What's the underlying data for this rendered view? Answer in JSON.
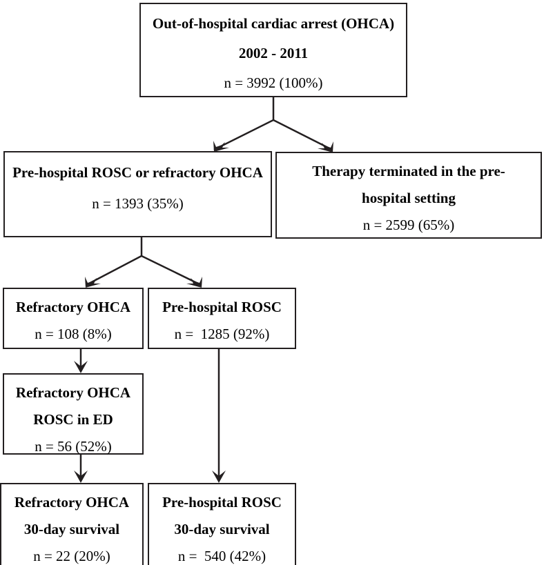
{
  "diagram": {
    "type": "flowchart",
    "title": "OHCA patient flow",
    "stroke_color": "#231f20",
    "background_color": "#ffffff",
    "nodes": [
      {
        "id": "ohca",
        "lines": [
          {
            "text": "Out-of-hospital cardiac arrest (OHCA)",
            "bold": true
          },
          {
            "text": "2002 - 2011",
            "bold": true
          },
          {
            "text": "n = 3992 (100%)",
            "bold": false
          }
        ]
      },
      {
        "id": "prehosp_rosc_or_refractory",
        "lines": [
          {
            "text": "Pre-hospital ROSC or refractory OHCA",
            "bold": true
          },
          {
            "text": "n = 1393 (35%)",
            "bold": false
          }
        ]
      },
      {
        "id": "therapy_terminated",
        "lines": [
          {
            "text": "Therapy terminated in the pre-",
            "bold": true
          },
          {
            "text": "hospital setting",
            "bold": true
          },
          {
            "text": "n = 2599 (65%)",
            "bold": false
          }
        ]
      },
      {
        "id": "refractory_ohca",
        "lines": [
          {
            "text": "Refractory OHCA",
            "bold": true
          },
          {
            "text": "n = 108 (8%)",
            "bold": false
          }
        ]
      },
      {
        "id": "prehospital_rosc",
        "lines": [
          {
            "text": "Pre-hospital ROSC",
            "bold": true
          },
          {
            "text": "n =  1285 (92%)",
            "bold": false
          }
        ]
      },
      {
        "id": "refractory_rosc_ed",
        "lines": [
          {
            "text": "Refractory OHCA",
            "bold": true
          },
          {
            "text": "ROSC in ED",
            "bold": true
          },
          {
            "text": "n = 56 (52%)",
            "bold": false
          }
        ]
      },
      {
        "id": "refractory_30day",
        "lines": [
          {
            "text": "Refractory OHCA",
            "bold": true
          },
          {
            "text": "30-day survival",
            "bold": true
          },
          {
            "text": "n = 22 (20%)",
            "bold": false
          }
        ]
      },
      {
        "id": "prehospital_30day",
        "lines": [
          {
            "text": "Pre-hospital ROSC",
            "bold": true
          },
          {
            "text": "30-day survival",
            "bold": true
          },
          {
            "text": "n =  540 (42%)",
            "bold": false
          }
        ]
      }
    ],
    "edges": [
      {
        "from": "ohca",
        "to": "prehosp_rosc_or_refractory",
        "style": "split-arrow"
      },
      {
        "from": "ohca",
        "to": "therapy_terminated",
        "style": "split-arrow"
      },
      {
        "from": "prehosp_rosc_or_refractory",
        "to": "refractory_ohca",
        "style": "split-arrow"
      },
      {
        "from": "prehosp_rosc_or_refractory",
        "to": "prehospital_rosc",
        "style": "split-arrow"
      },
      {
        "from": "refractory_ohca",
        "to": "refractory_rosc_ed",
        "style": "straight-arrow"
      },
      {
        "from": "refractory_rosc_ed",
        "to": "refractory_30day",
        "style": "straight-arrow"
      },
      {
        "from": "prehospital_rosc",
        "to": "prehospital_30day",
        "style": "straight-arrow"
      }
    ]
  }
}
